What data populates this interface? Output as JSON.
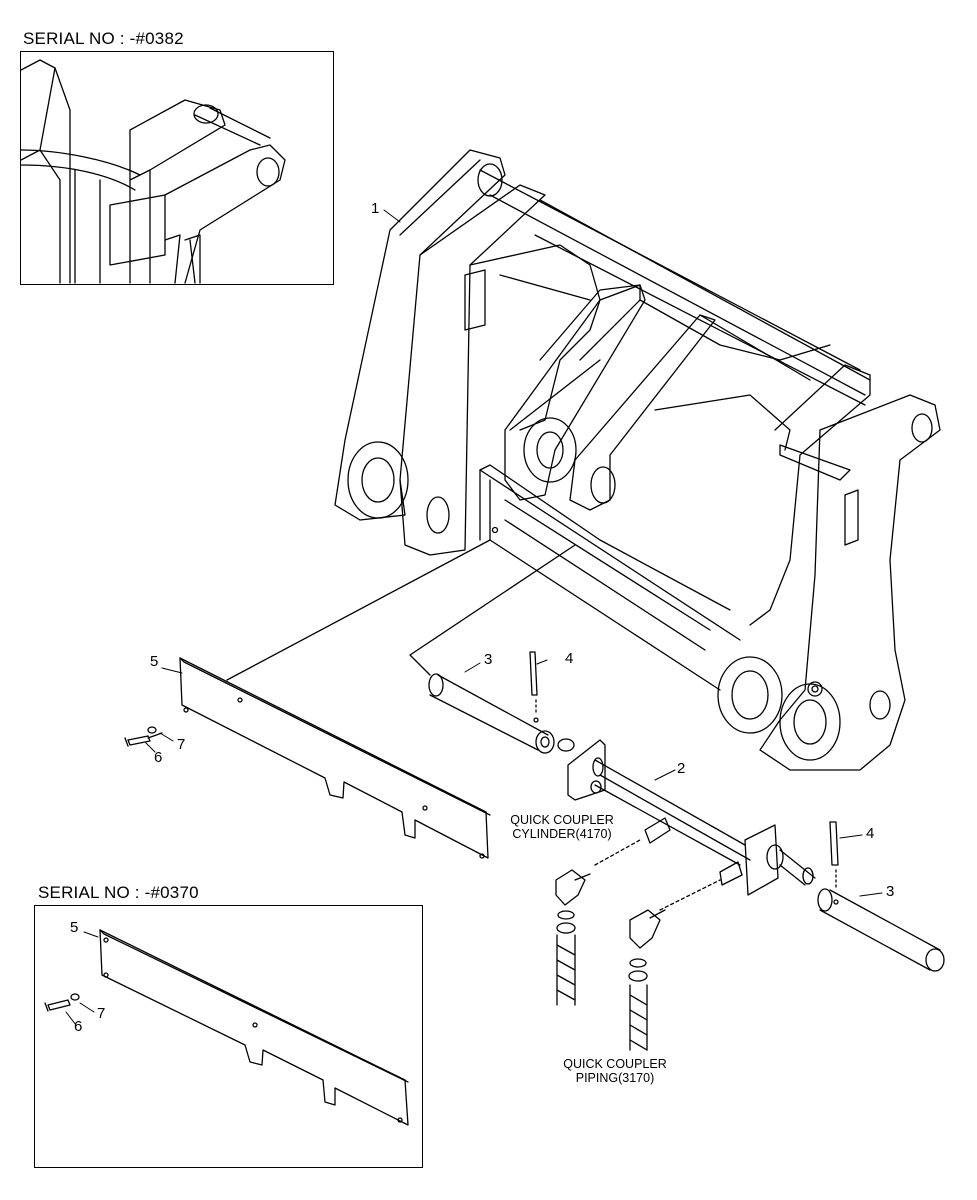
{
  "insets": {
    "top": {
      "serial_label": "SERIAL NO : -#0382"
    },
    "bottom": {
      "serial_label": "SERIAL NO : -#0370"
    }
  },
  "callouts": {
    "part_1": "1",
    "part_2": "2",
    "part_3_left": "3",
    "part_3_right": "3",
    "part_4_left": "4",
    "part_4_right": "4",
    "part_5_main": "5",
    "part_6_main": "6",
    "part_7_main": "7",
    "part_5_inset": "5",
    "part_6_inset": "6",
    "part_7_inset": "7"
  },
  "notes": {
    "cylinder": {
      "line1": "QUICK COUPLER",
      "line2": "CYLINDER(4170)"
    },
    "piping": {
      "line1": "QUICK COUPLER",
      "line2": "PIPING(3170)"
    }
  },
  "colors": {
    "ink": "#000000",
    "paper": "#ffffff"
  }
}
